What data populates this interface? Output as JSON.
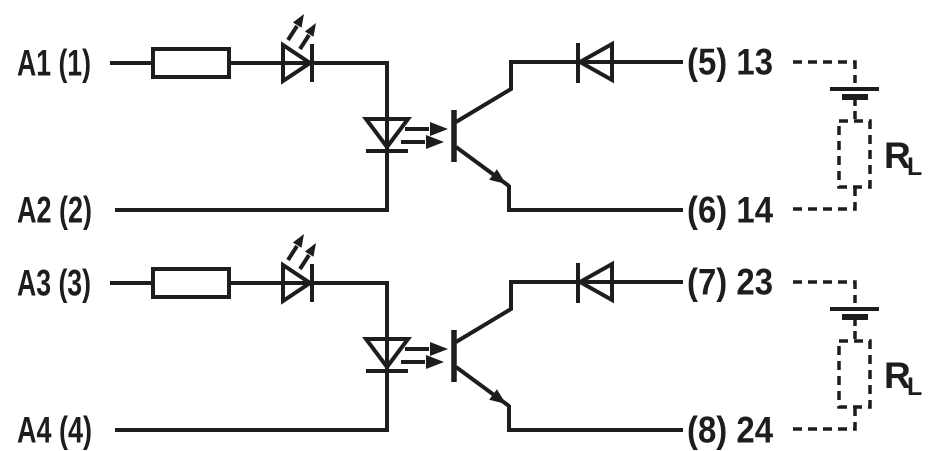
{
  "diagram": {
    "type": "circuit-schematic",
    "description": "Dual-channel optocoupler input wiring diagram",
    "line_color": "#1d1d1b",
    "background_color": "#ffffff",
    "components": [
      "series-resistor",
      "status-led",
      "optocoupler-emitter-led",
      "phototransistor",
      "blocking-diode",
      "external-supply-battery",
      "load-resistor"
    ],
    "channels": [
      {
        "input_top": "A1 (1)",
        "input_bottom": "A2 (2)",
        "output_top": "(5) 13",
        "output_bottom": "(6) 14",
        "load": {
          "main": "R",
          "sub": "L"
        }
      },
      {
        "input_top": "A3 (3)",
        "input_bottom": "A4 (4)",
        "output_top": "(7) 23",
        "output_bottom": "(8) 24",
        "load": {
          "main": "R",
          "sub": "L"
        }
      }
    ]
  }
}
